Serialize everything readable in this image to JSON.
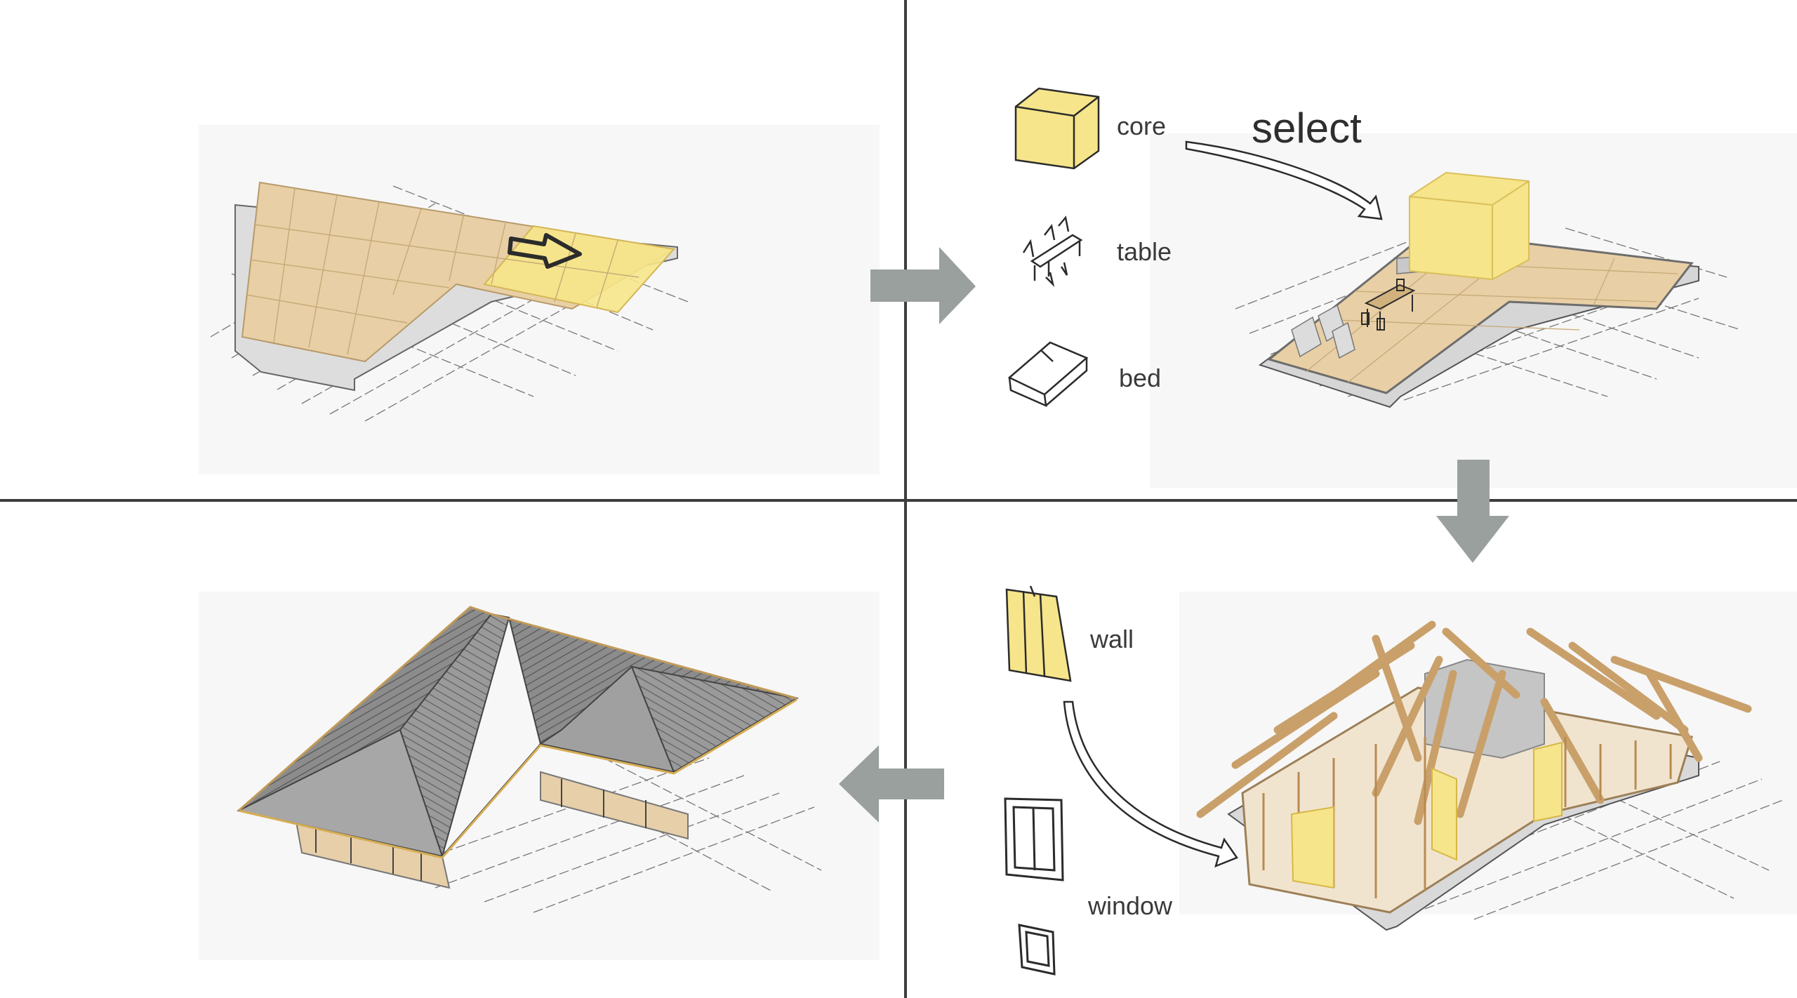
{
  "palette": {
    "divider": "#3d3d3d",
    "flow_arrow": "#9aa09e",
    "highlight_yellow": "#f6e58a",
    "wood_floor": "#e8cfa5",
    "sketch_ink": "#2b2b2b",
    "roof_gray": "#6f6f6f"
  },
  "labels": {
    "core": "core",
    "table": "table",
    "bed": "bed",
    "select": "select",
    "wall": "wall",
    "window": "window"
  },
  "icons": [
    "core-cube-icon",
    "table-chairs-icon",
    "bed-icon",
    "wall-panel-icon",
    "window-large-icon",
    "window-small-icon"
  ],
  "flow": [
    "right",
    "down",
    "left"
  ]
}
